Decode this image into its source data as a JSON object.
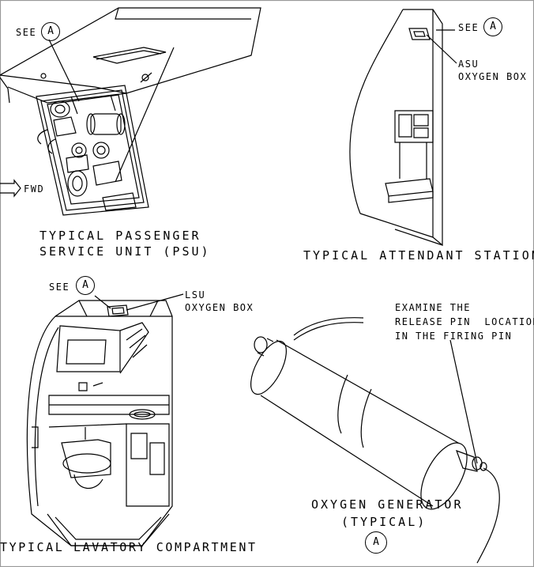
{
  "psu": {
    "see": "SEE",
    "ref": "A",
    "fwd": "FWD",
    "caption_line1": "TYPICAL PASSENGER",
    "caption_line2": "SERVICE UNIT (PSU)"
  },
  "attendant": {
    "see": "SEE",
    "ref": "A",
    "box_line1": "ASU",
    "box_line2": "OXYGEN BOX",
    "caption": "TYPICAL ATTENDANT STATION"
  },
  "lavatory": {
    "see": "SEE",
    "ref": "A",
    "box_line1": "LSU",
    "box_line2": "OXYGEN BOX",
    "caption": "TYPICAL LAVATORY COMPARTMENT"
  },
  "generator": {
    "note_line1": "EXAMINE THE",
    "note_line2": "RELEASE PIN  LOCATION",
    "note_line3": "IN THE FIRING PIN",
    "caption_line1": "OXYGEN GENERATOR",
    "caption_line2": "(TYPICAL)",
    "ref": "A"
  }
}
